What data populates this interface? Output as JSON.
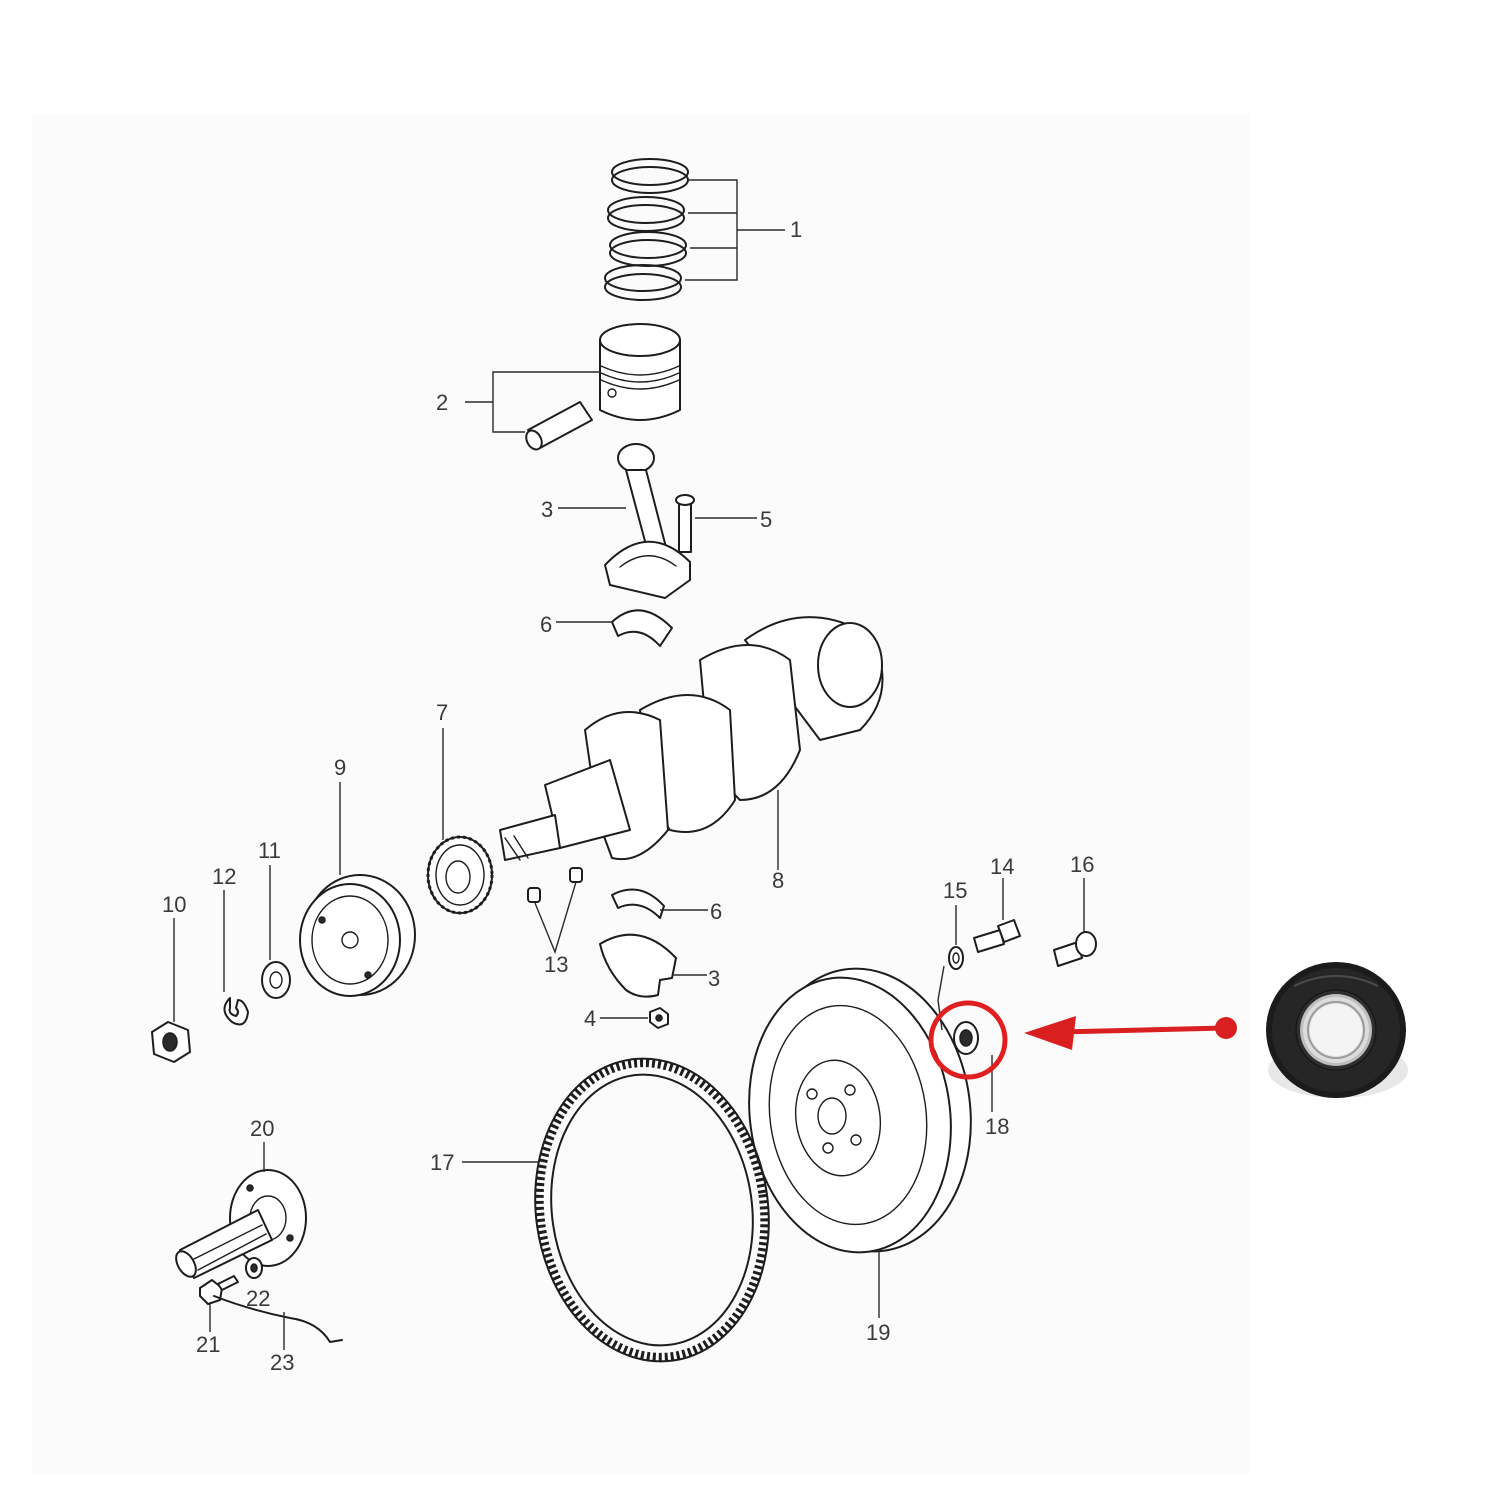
{
  "diagram": {
    "callouts": [
      {
        "id": "callout-1",
        "text": "1"
      },
      {
        "id": "callout-2",
        "text": "2"
      },
      {
        "id": "callout-3a",
        "text": "3"
      },
      {
        "id": "callout-5",
        "text": "5"
      },
      {
        "id": "callout-6a",
        "text": "6"
      },
      {
        "id": "callout-7",
        "text": "7"
      },
      {
        "id": "callout-9",
        "text": "9"
      },
      {
        "id": "callout-8",
        "text": "8"
      },
      {
        "id": "callout-11",
        "text": "11"
      },
      {
        "id": "callout-12",
        "text": "12"
      },
      {
        "id": "callout-10",
        "text": "10"
      },
      {
        "id": "callout-6b",
        "text": "6"
      },
      {
        "id": "callout-13",
        "text": "13"
      },
      {
        "id": "callout-3b",
        "text": "3"
      },
      {
        "id": "callout-4",
        "text": "4"
      },
      {
        "id": "callout-15",
        "text": "15"
      },
      {
        "id": "callout-14",
        "text": "14"
      },
      {
        "id": "callout-16",
        "text": "16"
      },
      {
        "id": "callout-18",
        "text": "18"
      },
      {
        "id": "callout-17",
        "text": "17"
      },
      {
        "id": "callout-19",
        "text": "19"
      },
      {
        "id": "callout-20",
        "text": "20"
      },
      {
        "id": "callout-21",
        "text": "21"
      },
      {
        "id": "callout-22",
        "text": "22"
      },
      {
        "id": "callout-23",
        "text": "23"
      }
    ],
    "highlight": {
      "part": "18",
      "color": "#e02020",
      "arrow_color": "#d91f1f"
    },
    "inset_photo": {
      "subject": "ball-bearing",
      "color_outer": "#1b1b1b",
      "color_metal": "#c9c9c9"
    }
  }
}
